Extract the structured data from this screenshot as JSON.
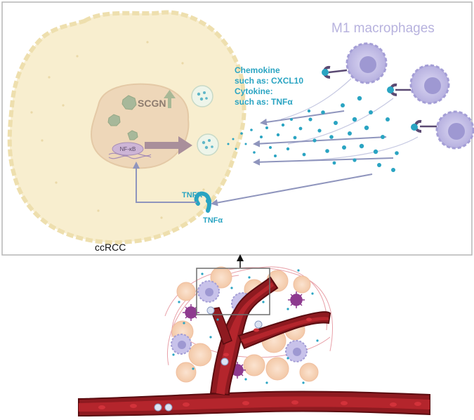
{
  "labels": {
    "m1_title": "M1 macrophages",
    "chemokine_1": "Chemokine",
    "chemokine_2": "such as: CXCL10",
    "cytokine_1": "Cytokine:",
    "cytokine_2": "such as: TNFα",
    "scgn": "SCGN",
    "nfkb": "NF-κB",
    "tnfr": "TNFR",
    "tnfa": "TNFα",
    "ccrcc": "ccRCC"
  },
  "colors": {
    "cell_fill": "#f8eecf",
    "cell_stroke": "#eedfae",
    "nucleus": "#eed7b9",
    "teal_text": "#2aa4c2",
    "macrophage": "#b9b4e0",
    "arrow": "#8f95bd",
    "vessel": "#8e1a20"
  }
}
